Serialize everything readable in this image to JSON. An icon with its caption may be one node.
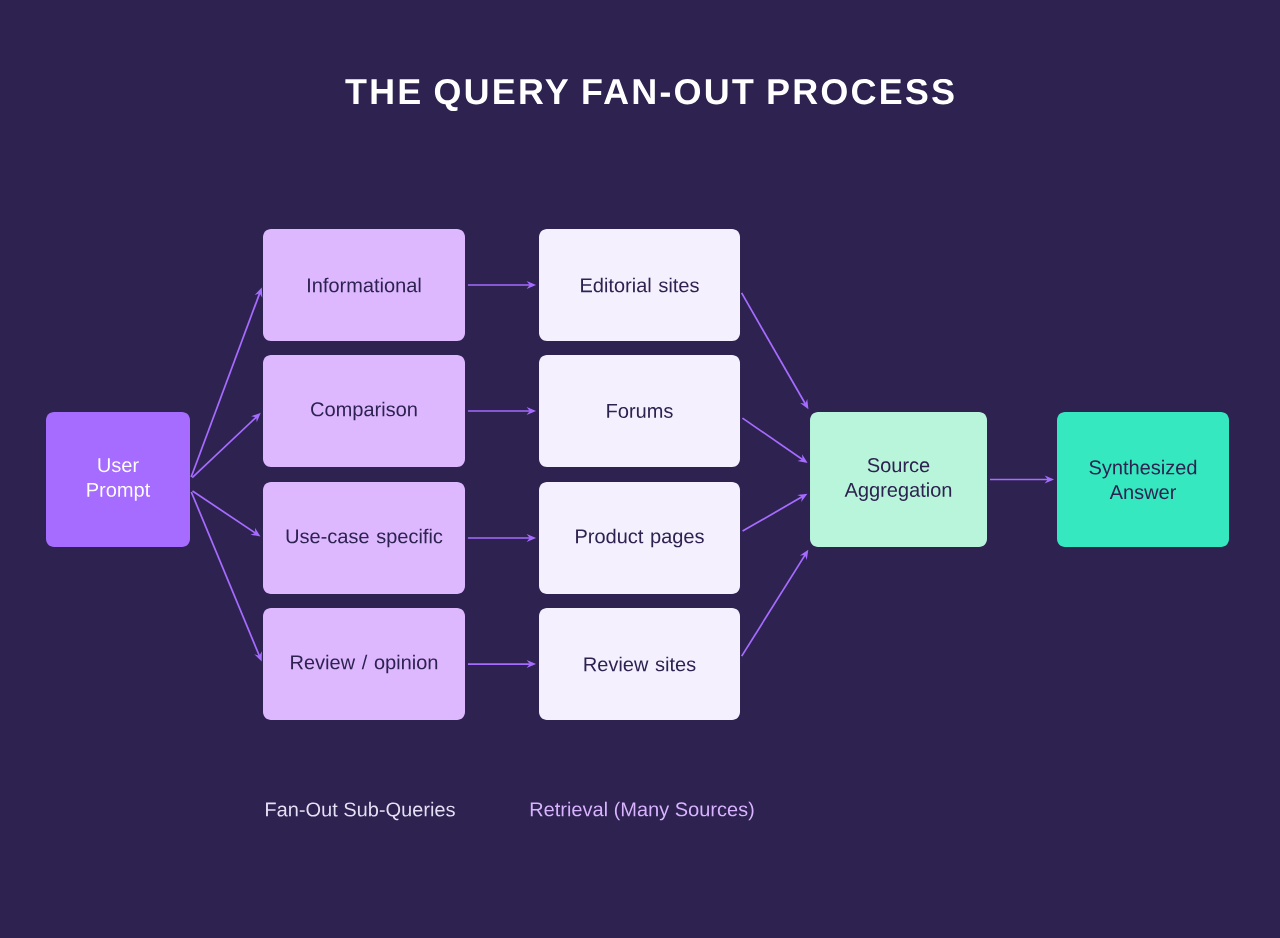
{
  "diagram": {
    "title": "THE QUERY FAN-OUT PROCESS",
    "nodes": [
      {
        "text": [
          "User Prompt"
        ]
      },
      {
        "text": [
          "Informational"
        ]
      },
      {
        "text": [
          "Comparison"
        ]
      },
      {
        "text": [
          "Use-case specific"
        ]
      },
      {
        "text": [
          "Review / opinion"
        ]
      },
      {
        "text": [
          "Editorial sites"
        ]
      },
      {
        "text": [
          "Forums"
        ]
      },
      {
        "text": [
          "Product pages"
        ]
      },
      {
        "text": [
          "Review sites"
        ]
      },
      {
        "text": [
          "Source Aggregation"
        ]
      },
      {
        "text": [
          "Synthesized Answer"
        ]
      }
    ],
    "edges": [
      {
        "from": 0,
        "to": 1,
        "arrow": "to"
      },
      {
        "from": 0,
        "to": 2,
        "arrow": "to"
      },
      {
        "from": 0,
        "to": 3,
        "arrow": "to"
      },
      {
        "from": 0,
        "to": 4,
        "arrow": "to"
      },
      {
        "from": 1,
        "to": 5,
        "arrow": "to"
      },
      {
        "from": 2,
        "to": 6,
        "arrow": "to"
      },
      {
        "from": 3,
        "to": 7,
        "arrow": "to"
      },
      {
        "from": 4,
        "to": 8,
        "arrow": "to"
      },
      {
        "from": 5,
        "to": 9,
        "arrow": "to"
      },
      {
        "from": 6,
        "to": 9,
        "arrow": "to"
      },
      {
        "from": 7,
        "to": 9,
        "arrow": "to"
      },
      {
        "from": 8,
        "to": 9,
        "arrow": "to"
      },
      {
        "from": 9,
        "to": 10,
        "arrow": "to"
      }
    ],
    "labels": [
      "Fan-Out Sub-Queries",
      "Retrieval (Many Sources)"
    ]
  }
}
